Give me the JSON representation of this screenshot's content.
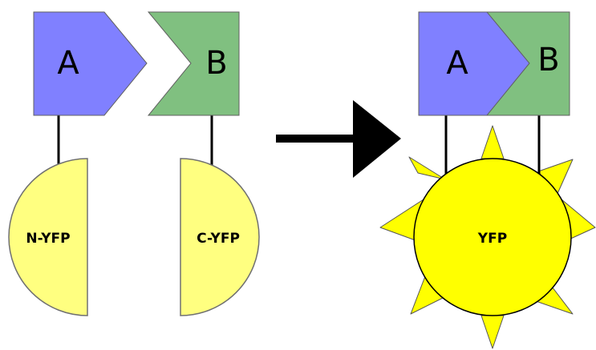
{
  "left": {
    "protein_a_label": "A",
    "protein_b_label": "B",
    "n_fragment_label": "N-YFP",
    "c_fragment_label": "C-YFP"
  },
  "right": {
    "protein_a_label": "A",
    "protein_b_label": "B",
    "complex_label": "YFP"
  },
  "colors": {
    "protein_a": "#8080ff",
    "protein_b": "#80c080",
    "half_yfp": "#ffff80",
    "full_yfp": "#ffff00",
    "arrow": "#000000"
  },
  "icons": {
    "transition": "right-arrow-icon"
  }
}
